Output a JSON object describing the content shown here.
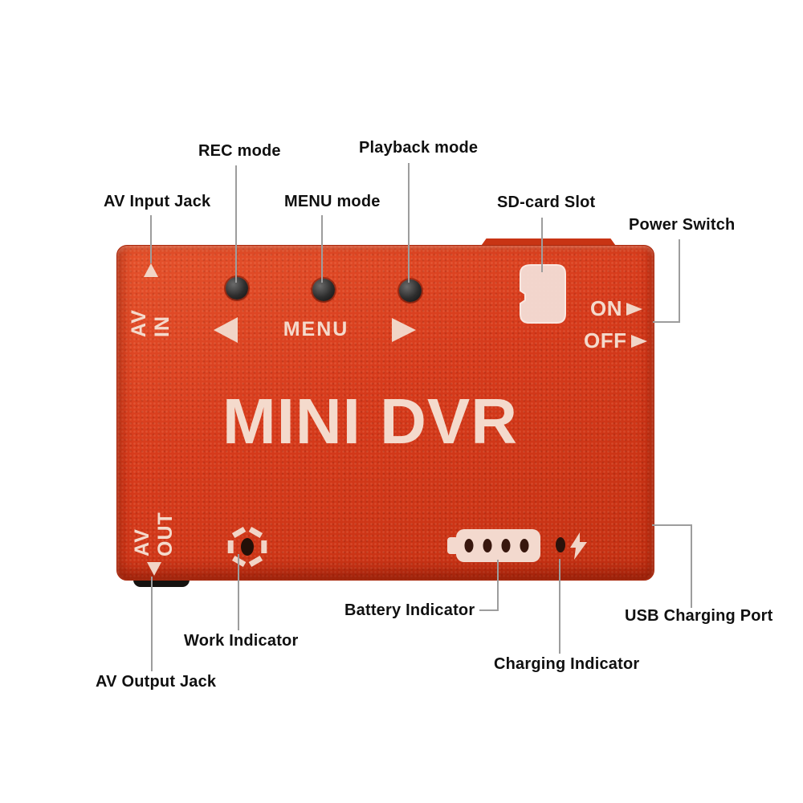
{
  "meta": {
    "description": "Mini DVR annotated product diagram"
  },
  "colors": {
    "background": "#ffffff",
    "device_body": "#d63a1b",
    "device_body_light": "#e5522c",
    "device_edge": "#a8270c",
    "device_print": "#f4dacc",
    "button": "#2d2d2d",
    "hole": "#2a120b",
    "leader_line": "#9d9d9d",
    "label_text": "#101010"
  },
  "device": {
    "brand": "MINI DVR",
    "menu_label": "MENU",
    "power_on_label": "ON",
    "power_off_label": "OFF",
    "av_in_label": "AV IN",
    "av_out_label": "AV OUT",
    "battery_segments": 4
  },
  "callouts": {
    "rec_mode": "REC mode",
    "playback_mode": "Playback mode",
    "av_input_jack": "AV Input Jack",
    "menu_mode": "MENU mode",
    "sd_card_slot": "SD-card Slot",
    "power_switch": "Power Switch",
    "battery_indicator": "Battery Indicator",
    "work_indicator": "Work Indicator",
    "charging_indicator": "Charging Indicator",
    "usb_charging_port": "USB Charging Port",
    "av_output_jack": "AV Output Jack"
  }
}
